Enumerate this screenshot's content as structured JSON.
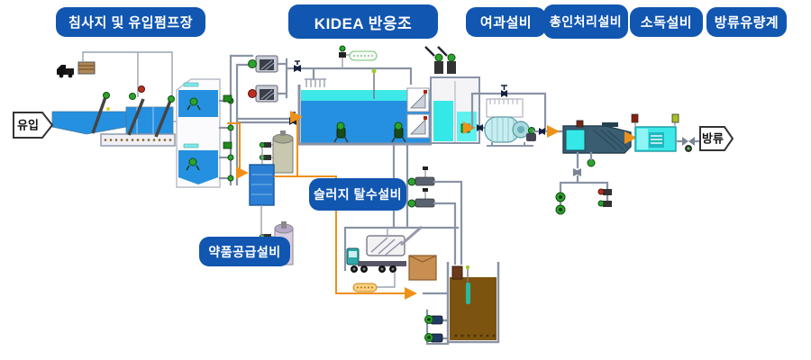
{
  "process_labels": {
    "grit": "침사지 및 유입펌프장",
    "reactor": "KIDEA 반응조",
    "filter": "여과설비",
    "phosphorus": "총인처리설비",
    "disinfect": "소독설비",
    "flowmeter": "방류유량계",
    "dewater": "슬러지 탈수설비",
    "chemical": "약품공급설비"
  },
  "flow": {
    "inflow": "유입",
    "outflow": "방류"
  },
  "colors": {
    "label-bg": "#1156b0",
    "water-blue": "#2590e0",
    "water-cyan": "#3fe8e8",
    "pipe": "#8a93a6",
    "chem-orange": "#ee9118",
    "sludge-brown": "#7d540f",
    "settler-slate": "#3b5d72",
    "pump-green": "#2ca32c",
    "alarm-red": "#b83020"
  }
}
